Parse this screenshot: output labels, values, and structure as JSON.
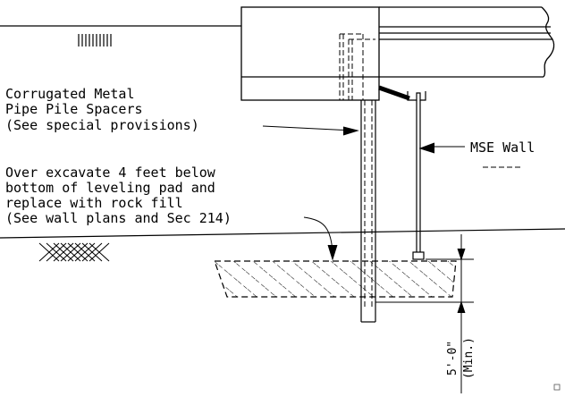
{
  "drawing": {
    "labels": {
      "spacers": [
        "Corrugated Metal",
        "Pipe Pile Spacers",
        "(See special provisions)"
      ],
      "excavate": [
        "Over excavate 4 feet below",
        "bottom of leveling pad and",
        "replace with rock fill",
        "(See wall plans and Sec 214)"
      ],
      "mse_wall": "MSE Wall",
      "dimension": "5'-0\"",
      "dimension_note": "(Min.)"
    },
    "colors": {
      "line": "#000000",
      "background": "#ffffff"
    },
    "icons": [
      "earth-hatch-icon",
      "soil-hatch-icon",
      "break-line-icon",
      "arrow-icon"
    ]
  }
}
